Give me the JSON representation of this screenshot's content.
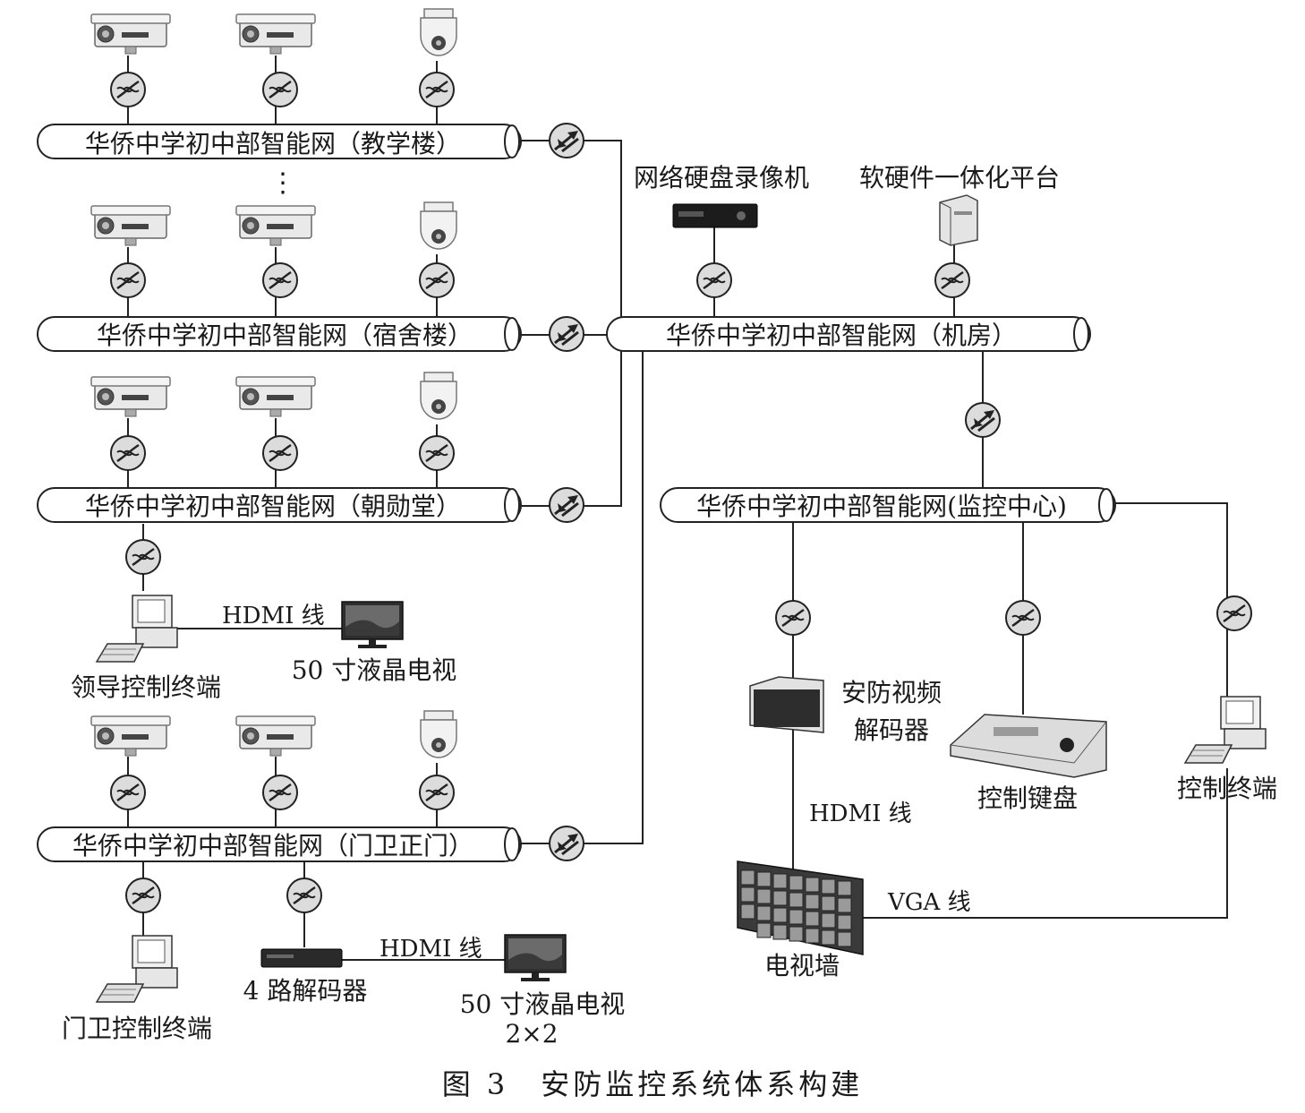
{
  "caption": "图 3　安防监控系统体系构建",
  "networks": {
    "teaching": "华侨中学初中部智能网（教学楼）",
    "dorm": "华侨中学初中部智能网（宿舍楼）",
    "hall": "华侨中学初中部智能网（朝勋堂）",
    "gate": "华侨中学初中部智能网（门卫正门）",
    "server_room": "华侨中学初中部智能网（机房）",
    "monitor_center": "华侨中学初中部智能网(监控中心)"
  },
  "ellipsis": "⋮",
  "devices": {
    "nvr": "网络硬盘录像机",
    "platform": "软硬件一体化平台",
    "leader_terminal": "领导控制终端",
    "tv_50_a": "50 寸液晶电视",
    "hdmi_a": "HDMI 线",
    "gate_terminal": "门卫控制终端",
    "decoder_4ch": "4 路解码器",
    "hdmi_b": "HDMI 线",
    "tv_50_b_line1": "50 寸液晶电视",
    "tv_50_b_line2": "2×2",
    "video_decoder_line1": "安防视频",
    "video_decoder_line2": "解码器",
    "control_keyboard": "控制键盘",
    "control_terminal": "控制终端",
    "hdmi_c": "HDMI 线",
    "video_wall": "电视墙",
    "vga": "VGA 线"
  },
  "icons": {
    "switch": "network-switch-icon",
    "router": "router-icon",
    "bullet_camera": "bullet-camera-icon",
    "dome_camera": "dome-camera-icon",
    "pc": "desktop-pc-icon",
    "monitor": "lcd-tv-icon"
  }
}
